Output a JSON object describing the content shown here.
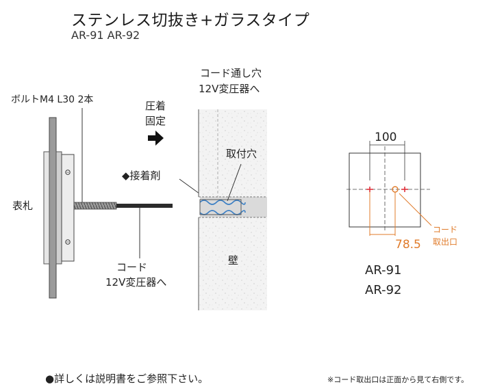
{
  "header": {
    "title": "ステンレス切抜き+ガラスタイプ",
    "models": "AR-91  AR-92"
  },
  "diagram": {
    "label_bolt": "ボルトM4 L30 2本",
    "label_crimp_1": "圧着",
    "label_crimp_2": "固定",
    "label_adhesive": "◆接着剤",
    "label_sign": "表札",
    "label_cord_1": "コード",
    "label_cord_2": "12V変圧器へ",
    "label_cordhole_1": "コード通し穴",
    "label_cordhole_2": "12V変圧器へ",
    "label_mount_hole": "取付穴",
    "label_wall": "壁",
    "dim_width": "100",
    "dim_offset": "78.5",
    "label_outlet_1": "コード",
    "label_outlet_2": "取出口",
    "model_1": "AR-91",
    "model_2": "AR-92"
  },
  "notes": {
    "left": "●詳しくは説明書をご参照下さい。",
    "right": "※コード取出口は正面から見て右側です。"
  },
  "colors": {
    "accent": "#e07b2a",
    "mark": "#e0303a",
    "line": "#333333",
    "wall": "#f2f2f2"
  }
}
